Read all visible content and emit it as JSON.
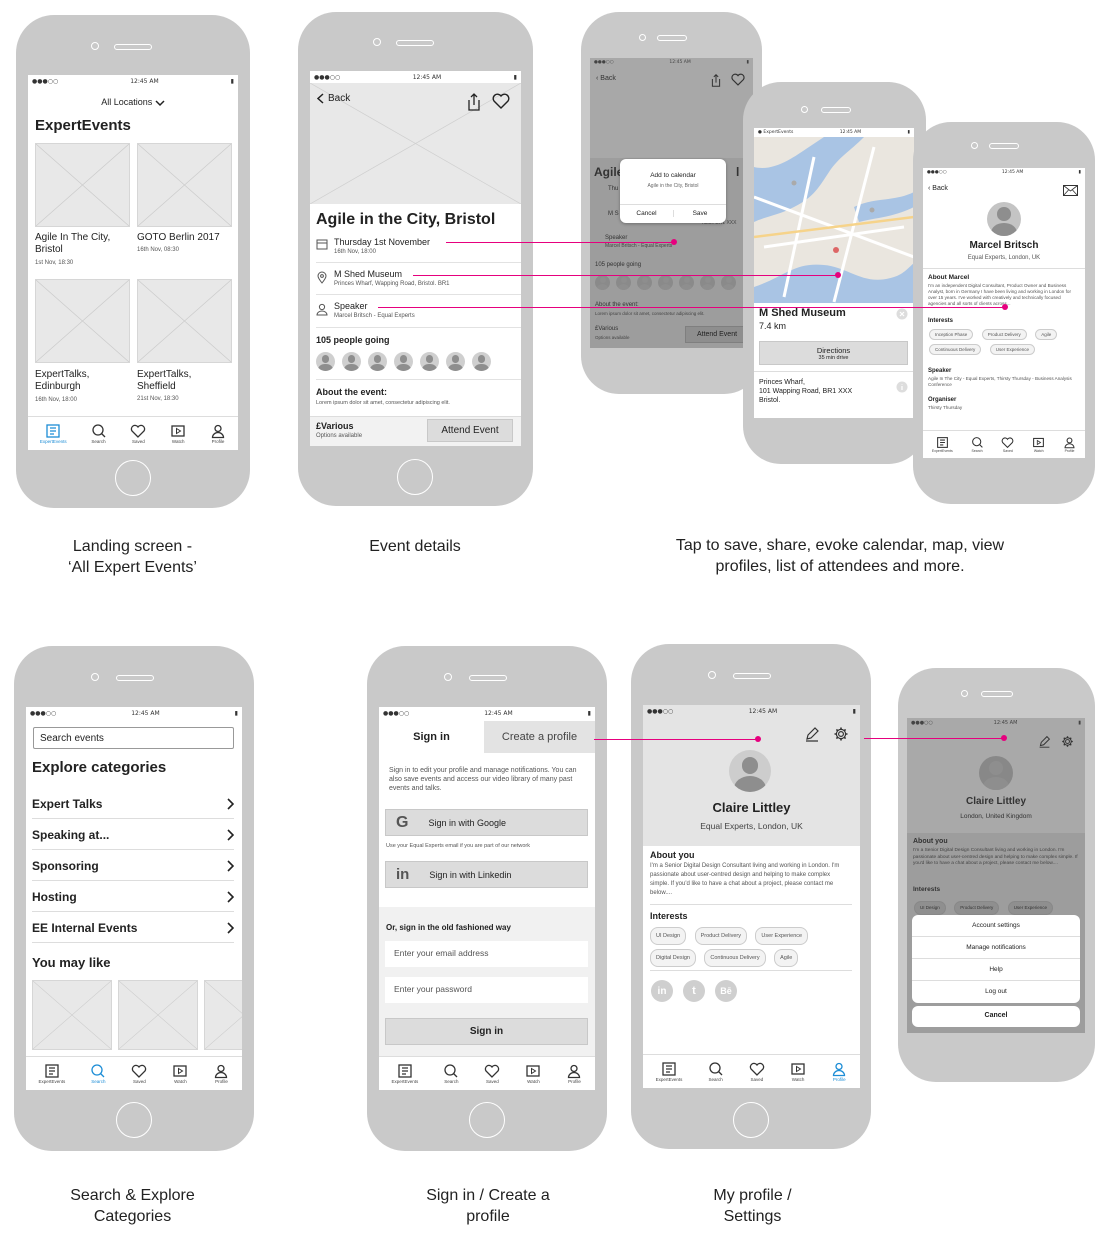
{
  "captions": {
    "landing": "Landing screen -\n‘All Expert Events’",
    "event": "Event details",
    "tap": "Tap to save, share, evoke calendar, map, view\nprofiles, list of attendees and more.",
    "search": "Search & Explore\nCategories",
    "signin": "Sign in / Create a\nprofile",
    "profile": "My profile /\nSettings"
  },
  "status": {
    "time": "12:45 AM",
    "carrier": "●●●○○"
  },
  "tabs": {
    "events": "ExpertEvents",
    "search": "Search",
    "saved": "Saved",
    "watch": "Watch",
    "profile": "Profile"
  },
  "landing": {
    "location": "All Locations",
    "title": "ExpertEvents",
    "cards": [
      {
        "name": "Agile In The City,\nBristol",
        "date": "1st Nov, 18:30"
      },
      {
        "name": "GOTO Berlin 2017",
        "date": "16th Nov, 08:30"
      },
      {
        "name": "ExpertTalks,\nEdinburgh",
        "date": "16th Nov, 18:00"
      },
      {
        "name": "ExpertTalks,\nSheffield",
        "date": "21st Nov, 18:30"
      }
    ]
  },
  "event": {
    "back": "Back",
    "title": "Agile in the City, Bristol",
    "date": "Thursday 1st November",
    "time": "16th Nov, 18:00",
    "venue": "M Shed Museum",
    "address": "Princes Wharf, Wapping Road, Bristol. BR1",
    "speaker_label": "Speaker",
    "speaker": "Marcel Britsch - Equal Experts",
    "going": "105 people going",
    "about_label": "About the event:",
    "about": "Lorem ipsum dolor sit amet, consectetur adipiscing elit.",
    "price": "£Various",
    "options": "Options available",
    "attend": "Attend Event"
  },
  "calendar": {
    "back": "Back",
    "title_part": "Agile",
    "title_end": "l",
    "date_part": "Thu",
    "venue_part": "M S",
    "address_tail": "ristol. BR1 XXX",
    "dialog_title": "Add to calendar",
    "dialog_sub": "Agile in the City, Bristol",
    "cancel": "Cancel",
    "save": "Save",
    "speaker": "Speaker",
    "speaker_name": "Marcel Britsch - Equal Experts",
    "going": "105 people going",
    "about": "About the event:",
    "about_text": "Lorem ipsum dolor sit amet, consectetur adipiscing elit.",
    "price": "£Various",
    "options": "Options available",
    "attend": "Attend Event"
  },
  "map": {
    "carrier": "● ExpertEvents",
    "venue": "M Shed Museum",
    "distance": "7.4 km",
    "directions": "Directions",
    "drive": "35 min drive",
    "address": "Princes Wharf,\n101 Wapping Road, BR1 XXX\nBristol."
  },
  "speaker": {
    "back": "Back",
    "name": "Marcel Britsch",
    "org": "Equal Experts, London, UK",
    "about_label": "About Marcel",
    "about": "I'm an independent Digital Consultant, Product Owner and Business Analyst, born in Germany I have been living and working in London for over 15 years. I've worked with creatively and technically focused agencies and all sorts of clients across...",
    "interests_label": "Interests",
    "interests": [
      "Inception Phase",
      "Product Delivery",
      "Agile",
      "Continuous Delivery",
      "User Experience"
    ],
    "speaker_label": "Speaker",
    "speaker_text": "Agile In The City - Equal Experts, Thirsty Thursday - Business Analysis Conference",
    "organiser_label": "Organiser",
    "organiser_text": "Thirsty Thursday"
  },
  "search": {
    "placeholder": "Search events",
    "title": "Explore categories",
    "categories": [
      "Expert Talks",
      "Speaking at...",
      "Sponsoring",
      "Hosting",
      "EE Internal Events"
    ],
    "may_like": "You may like"
  },
  "signin": {
    "tab_signin": "Sign in",
    "tab_create": "Create a profile",
    "intro": "Sign in to edit your profile and manage notifications. You can also save events and access our video library of many past events and talks.",
    "google": "Sign in with Google",
    "google_note": "Use your Equal Experts email if you are part of our network",
    "linkedin": "Sign in with Linkedin",
    "old_way": "Or, sign in the old fashioned way",
    "email_ph": "Enter your email address",
    "password_ph": "Enter your password",
    "submit": "Sign in"
  },
  "myprofile": {
    "name": "Claire Littley",
    "org": "Equal Experts, London, UK",
    "about_label": "About you",
    "about": "I'm a Senior Digital Design Consultant living and working in London. I'm passionate about user-centred design and helping to make complex simple. If you'd like to have a chat about a project, please contact me below....",
    "interests_label": "Interests",
    "interests": [
      "UI Design",
      "Product Delivery",
      "User Experience",
      "Digital Design",
      "Continuous Delivery",
      "Agile"
    ]
  },
  "settings": {
    "name": "Claire Littley",
    "org": "London, United Kingdom",
    "about_label": "About you",
    "about": "I'm a Senior Digital Design Consultant living and working in London. I'm passionate about user-centred design and helping to make complex simple. If you'd like to have a chat about a project, please contact me below....",
    "interests_label": "Interests",
    "interests": [
      "UI Design",
      "Product Delivery",
      "User Experience"
    ],
    "menu": [
      "Account settings",
      "Manage notifications",
      "Help",
      "Log out"
    ],
    "cancel": "Cancel"
  },
  "colors": {
    "accent": "#e6007e",
    "active_tab": "#1c8dd6",
    "phone": "#c9c9c9"
  }
}
